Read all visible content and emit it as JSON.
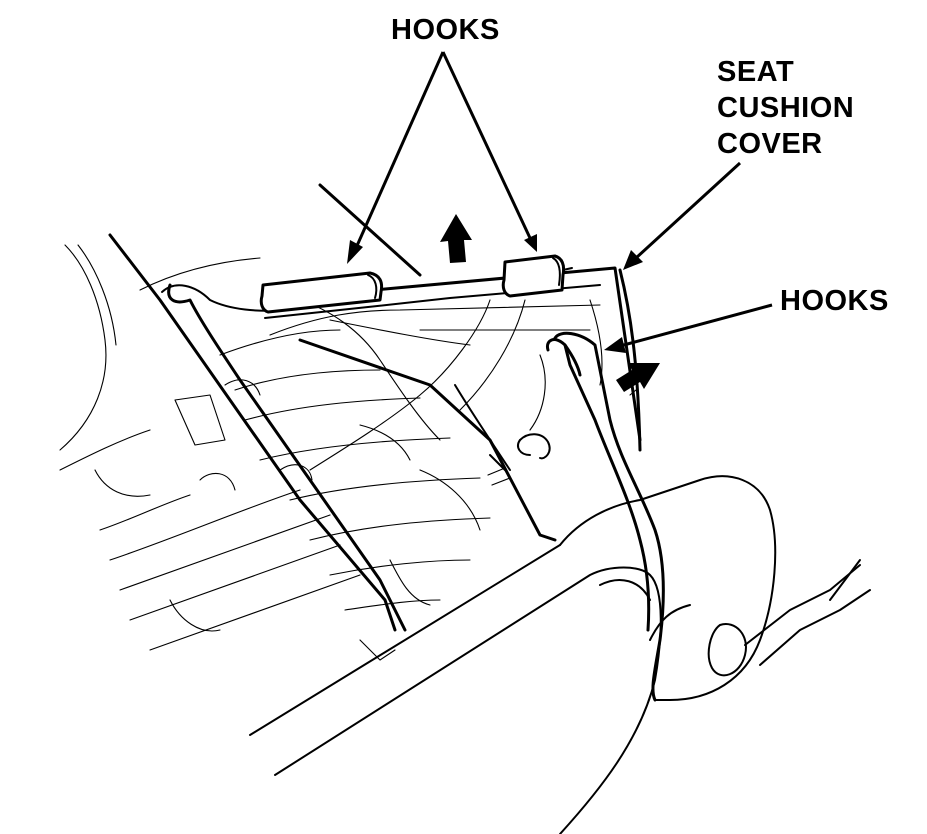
{
  "labels": {
    "hooks_top": "HOOKS",
    "seat_cushion_cover": [
      "SEAT",
      "CUSHION",
      "COVER"
    ],
    "hooks_right": "HOOKS"
  },
  "colors": {
    "ink": "#000000",
    "paper": "#ffffff"
  }
}
